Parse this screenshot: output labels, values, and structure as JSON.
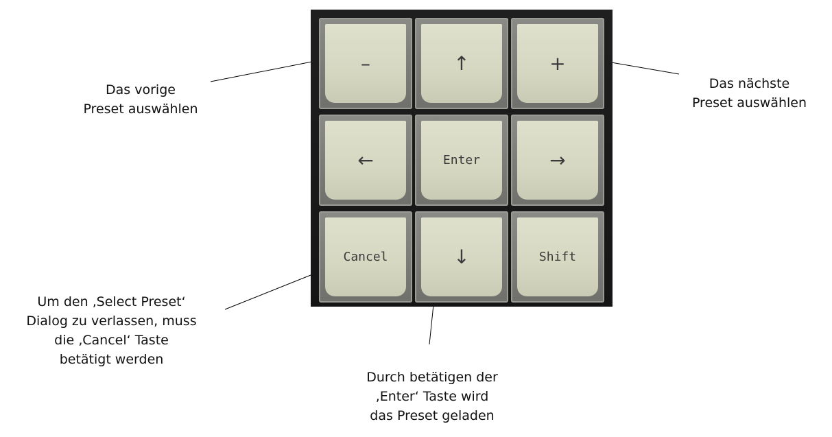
{
  "keys": [
    {
      "label": "–",
      "kind": "glyph"
    },
    {
      "label": "↑",
      "kind": "glyph"
    },
    {
      "label": "+",
      "kind": "glyph"
    },
    {
      "label": "←",
      "kind": "glyph"
    },
    {
      "label": "Enter",
      "kind": "word"
    },
    {
      "label": "→",
      "kind": "glyph"
    },
    {
      "label": "Cancel",
      "kind": "word"
    },
    {
      "label": "↓",
      "kind": "glyph"
    },
    {
      "label": "Shift",
      "kind": "word"
    }
  ],
  "captions": {
    "prev": {
      "line1": "Das vorige",
      "line2": "Preset auswählen"
    },
    "next": {
      "line1": "Das nächste",
      "line2": "Preset auswählen"
    },
    "cancel": {
      "line1": "Um den ‚Select Preset‘",
      "line2": "Dialog zu verlassen, muss",
      "line3": "die ‚Cancel‘ Taste",
      "line4": "betätigt werden"
    },
    "enter": {
      "line1": "Durch betätigen der",
      "line2": "‚Enter‘ Taste wird",
      "line3": "das Preset geladen"
    }
  }
}
